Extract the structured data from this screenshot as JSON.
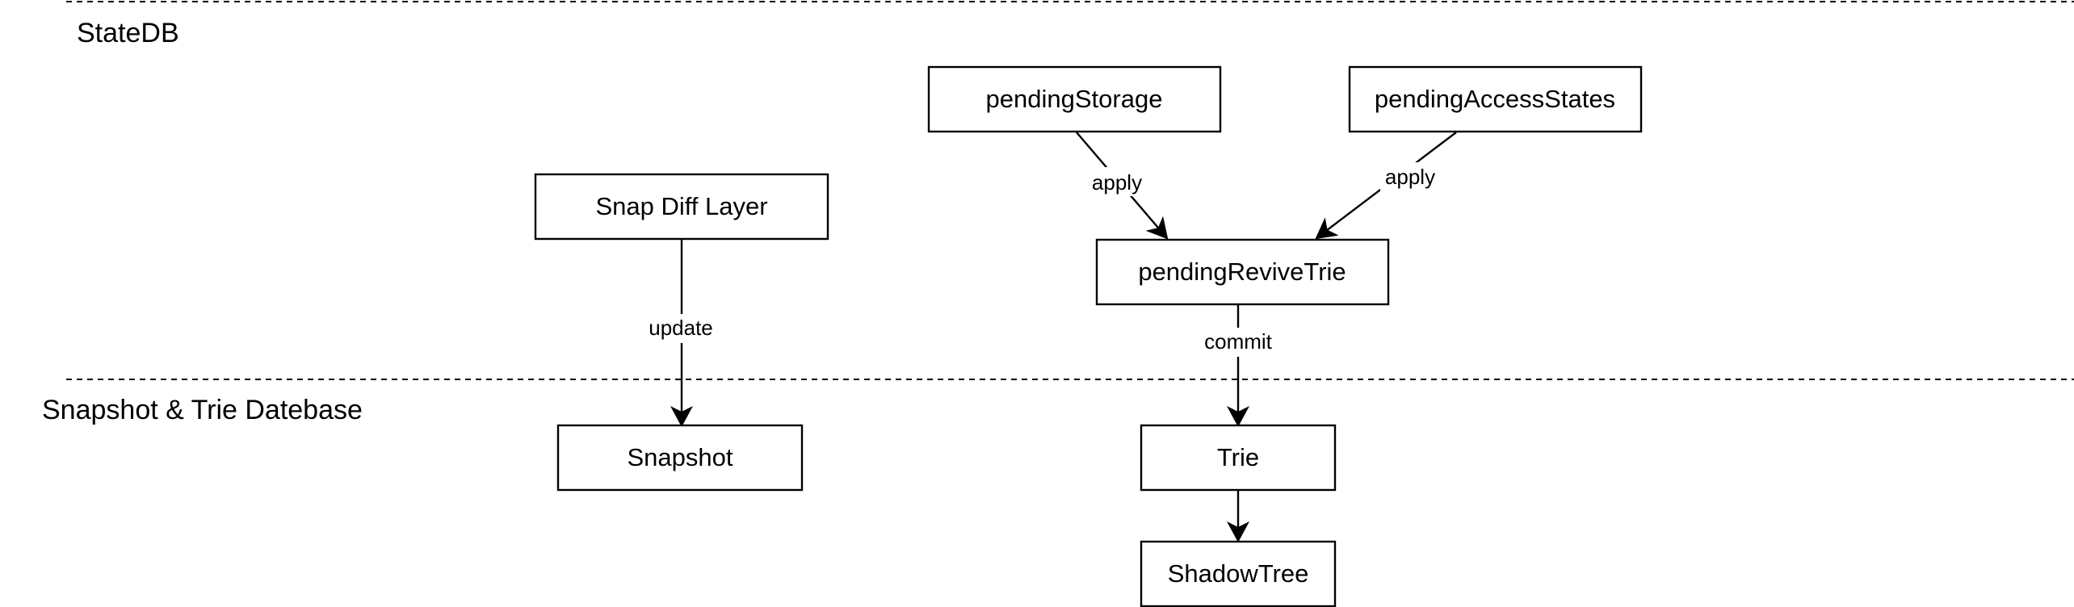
{
  "regions": {
    "statedb": {
      "label": "StateDB"
    },
    "database": {
      "label": "Snapshot & Trie Datebase"
    }
  },
  "nodes": {
    "pending_storage": {
      "label": "pendingStorage"
    },
    "pending_access_states": {
      "label": "pendingAccessStates"
    },
    "snap_diff_layer": {
      "label": "Snap Diff Layer"
    },
    "pending_revive_trie": {
      "label": "pendingReviveTrie"
    },
    "snapshot": {
      "label": "Snapshot"
    },
    "trie": {
      "label": "Trie"
    },
    "shadow_tree": {
      "label": "ShadowTree"
    }
  },
  "edges": {
    "storage_apply": {
      "from": "pendingStorage",
      "to": "pendingReviveTrie",
      "label": "apply"
    },
    "access_apply": {
      "from": "pendingAccessStates",
      "to": "pendingReviveTrie",
      "label": "apply"
    },
    "snap_update": {
      "from": "Snap Diff Layer",
      "to": "Snapshot",
      "label": "update"
    },
    "revive_commit": {
      "from": "pendingReviveTrie",
      "to": "Trie",
      "label": "commit"
    },
    "trie_shadow": {
      "from": "Trie",
      "to": "ShadowTree",
      "label": ""
    }
  }
}
